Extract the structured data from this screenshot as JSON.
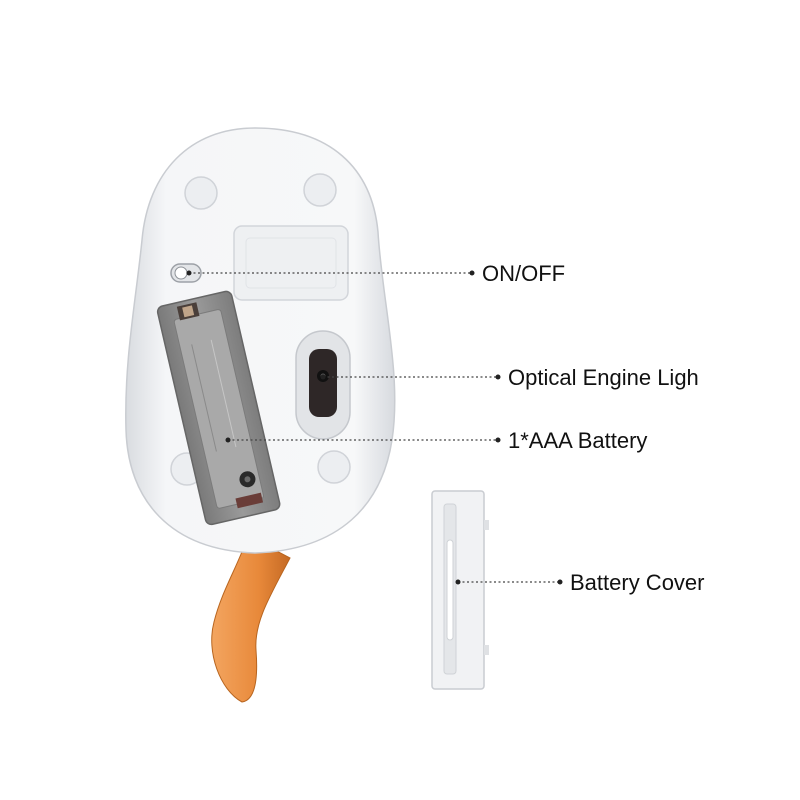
{
  "callouts": {
    "on_off": "ON/OFF",
    "optical_engine": "Optical Engine Ligh",
    "battery": "1*AAA Battery",
    "battery_cover": "Battery Cover"
  },
  "colors": {
    "body": "#f3f4f6",
    "bay": "#8c8c8c",
    "tail": "#e88a3c",
    "leader": "#444444"
  }
}
